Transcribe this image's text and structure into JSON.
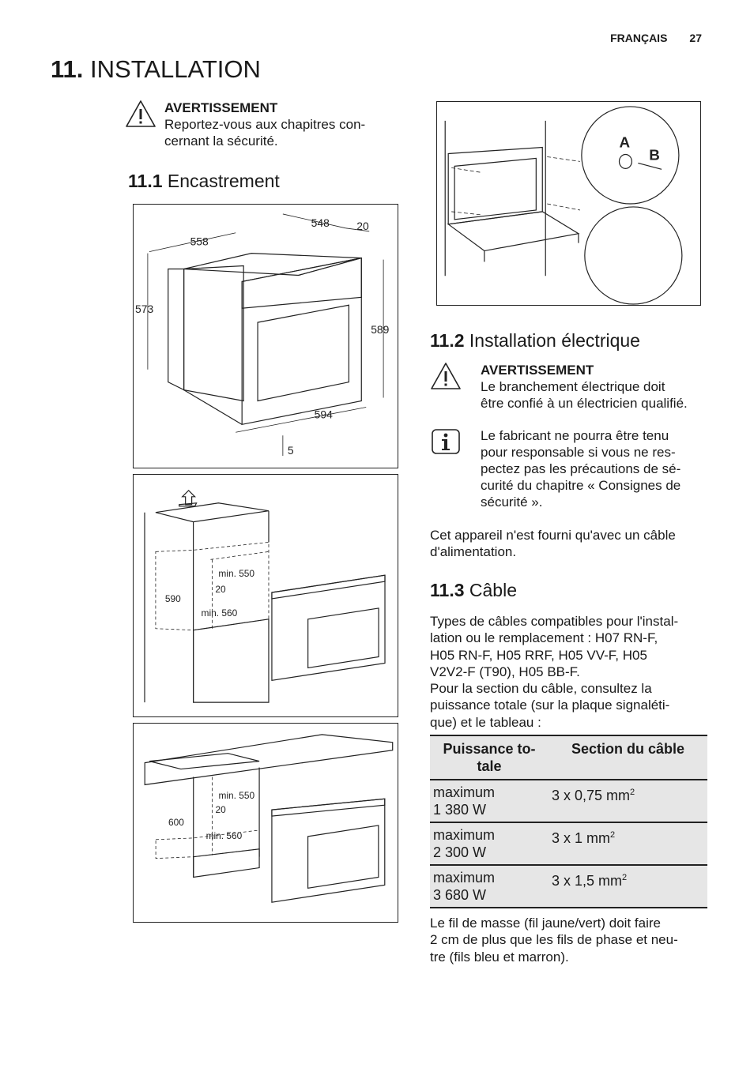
{
  "header": {
    "language": "FRANÇAIS",
    "page_number": "27"
  },
  "chapter": {
    "number": "11.",
    "title": "INSTALLATION"
  },
  "warning1": {
    "title": "AVERTISSEMENT",
    "lines": [
      "Reportez-vous aux chapitres con-",
      "cernant la sécurité."
    ]
  },
  "section1": {
    "number": "11.1",
    "title": "Encastrement"
  },
  "fig1": {
    "dims": [
      "548",
      "20",
      "558",
      "573",
      "589",
      "594",
      "5"
    ]
  },
  "fig2": {
    "dims": [
      "min. 550",
      "20",
      "590",
      "min. 560"
    ]
  },
  "fig3": {
    "dims": [
      "min. 550",
      "20",
      "600",
      "min. 560"
    ]
  },
  "fig4": {
    "label_a": "A",
    "label_b": "B"
  },
  "section2": {
    "number": "11.2",
    "title": "Installation électrique"
  },
  "warning2": {
    "title": "AVERTISSEMENT",
    "lines": [
      "Le branchement électrique doit",
      "être confié à un électricien qualifié."
    ]
  },
  "info": {
    "lines": [
      "Le fabricant ne pourra être tenu",
      "pour responsable si vous ne res-",
      "pectez pas les précautions de sé-",
      "curité du chapitre « Consignes de",
      "sécurité »."
    ]
  },
  "cable_note": {
    "lines": [
      "Cet appareil n'est fourni qu'avec un câble",
      "d'alimentation."
    ]
  },
  "section3": {
    "number": "11.3",
    "title": "Câble"
  },
  "cable_types": {
    "lines": [
      "Types de câbles compatibles pour l'instal-",
      "lation ou le remplacement : H07 RN-F,",
      "H05 RN-F, H05 RRF, H05 VV-F, H05",
      "V2V2-F (T90), H05 BB-F.",
      "Pour la section du câble, consultez la",
      "puissance totale (sur la plaque signaléti-",
      "que) et le tableau :"
    ]
  },
  "table": {
    "headers": [
      "Puissance to-\ntale",
      "Section du câble"
    ],
    "rows": [
      {
        "power_1": "maximum",
        "power_2": "1 380 W",
        "section": "3 x 0,75 mm",
        "unit_sup": "2"
      },
      {
        "power_1": "maximum",
        "power_2": "2 300 W",
        "section": "3 x 1 mm",
        "unit_sup": "2"
      },
      {
        "power_1": "maximum",
        "power_2": "3 680 W",
        "section": "3 x 1,5 mm",
        "unit_sup": "2"
      }
    ]
  },
  "ground_note": {
    "lines": [
      "Le fil de masse (fil jaune/vert) doit faire",
      "2 cm de plus que les fils de phase et neu-",
      "tre (fils bleu et marron)."
    ]
  }
}
